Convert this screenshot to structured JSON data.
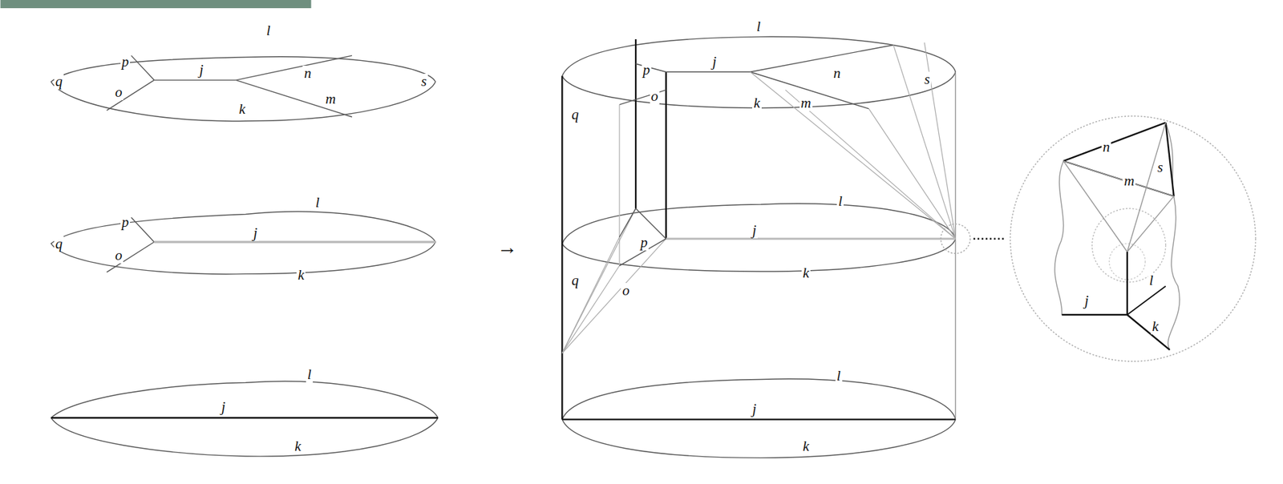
{
  "diagram": {
    "labels": [
      "l",
      "p",
      "j",
      "n",
      "q",
      "s",
      "o",
      "m",
      "k",
      "l",
      "p",
      "j",
      "q",
      "o",
      "k",
      "l",
      "j",
      "k",
      "→",
      "l",
      "p",
      "j",
      "n",
      "s",
      "o",
      "k",
      "m",
      "q",
      "l",
      "p",
      "j",
      "q",
      "o",
      "k",
      "l",
      "j",
      "k",
      "n",
      "s",
      "m",
      "l",
      "j",
      "k"
    ]
  }
}
